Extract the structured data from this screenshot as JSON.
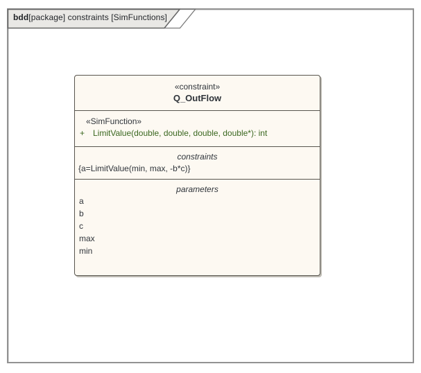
{
  "frame": {
    "tab": {
      "kind": "bdd",
      "title": "[package] constraints [SimFunctions]"
    }
  },
  "block": {
    "header": {
      "stereotype": "«constraint»",
      "name": "Q_OutFlow"
    },
    "functions": {
      "stereotype": "«SimFunction»",
      "visibility": "+",
      "signature": "LimitValue(double, double, double, double*): int"
    },
    "constraints": {
      "label": "constraints",
      "items": [
        "{a=LimitValue(min, max, -b*c)}"
      ]
    },
    "parameters": {
      "label": "parameters",
      "items": [
        "a",
        "b",
        "c",
        "max",
        "min"
      ]
    }
  },
  "colors": {
    "block_fill": "#fdf9f2",
    "block_border": "#57544d",
    "frame_border": "#929292",
    "tab_fill": "#e9e8e5",
    "operation_text": "#3a671f",
    "body_text": "#2f343a"
  }
}
